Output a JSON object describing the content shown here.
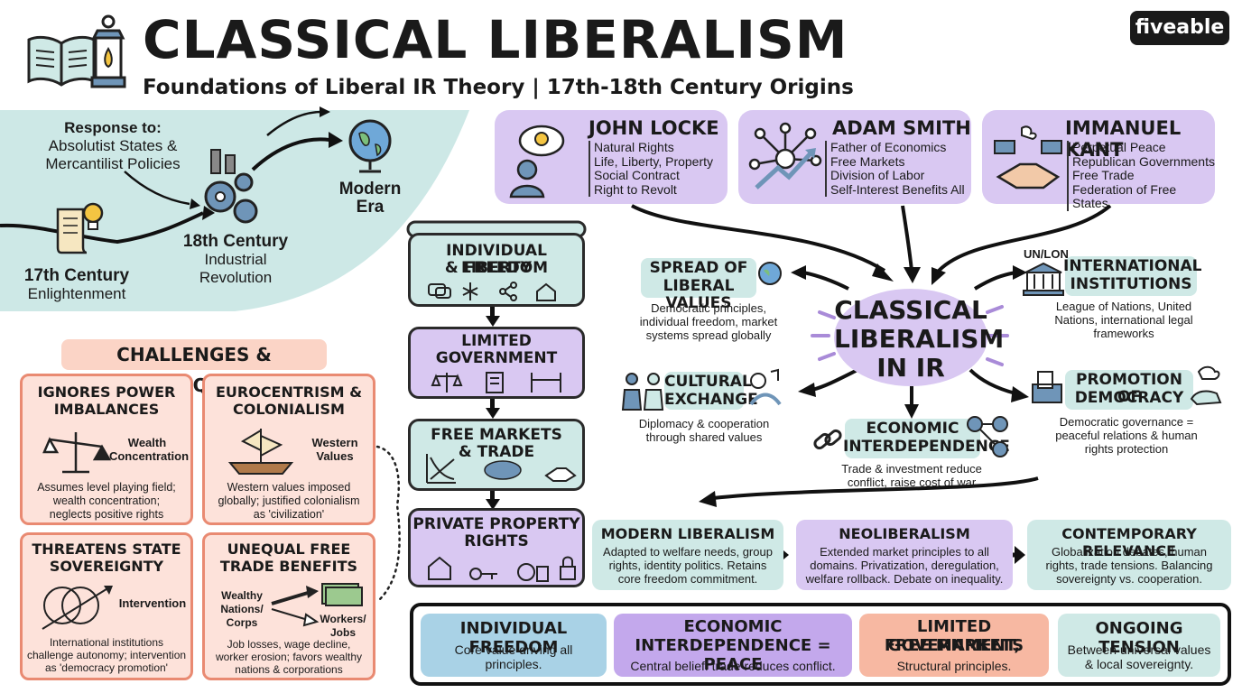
{
  "header": {
    "title": "CLASSICAL LIBERALISM",
    "subtitle": "Foundations of Liberal IR Theory | 17th-18th Century Origins",
    "brand": "fiveable"
  },
  "timeline": {
    "response_label": "Response to:",
    "response_text": "Absolutist States & Mercantilist Policies",
    "stage1_line1": "17th Century",
    "stage1_line2": "Enlightenment",
    "stage2_line1": "18th Century",
    "stage2_line2": "Industrial",
    "stage2_line3": "Revolution",
    "stage3_line1": "Modern",
    "stage3_line2": "Era"
  },
  "philosophers": [
    {
      "name": "JOHN LOCKE",
      "points": [
        "Natural Rights",
        "Life, Liberty, Property",
        "Social Contract",
        "Right to Revolt"
      ]
    },
    {
      "name": "ADAM SMITH",
      "points": [
        "Father of Economics",
        "Free Markets",
        "Division of Labor",
        "Self-Interest Benefits All"
      ]
    },
    {
      "name": "IMMANUEL KANT",
      "points": [
        "Perpetual Peace",
        "Republican Governments",
        "Free Trade",
        "Federation of Free States"
      ]
    }
  ],
  "principles": [
    {
      "line1": "INDIVIDUAL LIBERTY",
      "line2": "& FREEDOM"
    },
    {
      "line1": "LIMITED",
      "line2": "GOVERNMENT"
    },
    {
      "line1": "FREE MARKETS",
      "line2": "& TRADE"
    },
    {
      "line1": "PRIVATE PROPERTY",
      "line2": "RIGHTS"
    }
  ],
  "challenges": {
    "heading": "CHALLENGES & CRITIQUES",
    "items": [
      {
        "title1": "IGNORES POWER",
        "title2": "IMBALANCES",
        "label1": "Wealth",
        "label2": "Concentration",
        "desc": [
          "Assumes level playing field;",
          "wealth concentration;",
          "neglects positive rights"
        ]
      },
      {
        "title1": "EUROCENTRISM &",
        "title2": "COLONIALISM",
        "label1": "Western",
        "label2": "Values",
        "desc": [
          "Western values imposed",
          "globally; justified colonialism",
          "as 'civilization'"
        ]
      },
      {
        "title1": "THREATENS STATE",
        "title2": "SOVEREIGNTY",
        "label1": "Intervention",
        "label2": "",
        "desc": [
          "International institutions",
          "challenge autonomy; intervention",
          "as 'democracy promotion'"
        ]
      },
      {
        "title1": "UNEQUAL FREE",
        "title2": "TRADE BENEFITS",
        "label1": "Wealthy Nations/ Corps",
        "label2": "Workers/ Jobs",
        "desc": [
          "Job losses, wage decline,",
          "worker erosion; favors wealthy",
          "nations & corporations"
        ]
      }
    ]
  },
  "core": {
    "line1": "CLASSICAL",
    "line2": "LIBERALISM",
    "line3": "IN IR"
  },
  "outcomes": {
    "spread": {
      "title1": "SPREAD OF",
      "title2": "LIBERAL VALUES",
      "desc": [
        "Democratic principles,",
        "individual freedom, market",
        "systems spread globally"
      ]
    },
    "institutions": {
      "badge": "UN/LON",
      "title1": "INTERNATIONAL",
      "title2": "INSTITUTIONS",
      "desc": [
        "League of Nations, United",
        "Nations, international legal",
        "frameworks"
      ]
    },
    "cultural": {
      "title1": "CULTURAL",
      "title2": "EXCHANGE",
      "desc": [
        "Diplomacy & cooperation",
        "through shared values"
      ]
    },
    "democracy": {
      "title1": "PROMOTION OF",
      "title2": "DEMOCRACY",
      "desc": [
        "Democratic governance =",
        "peaceful relations & human",
        "rights protection"
      ]
    },
    "economic": {
      "title1": "ECONOMIC",
      "title2": "INTERDEPENDENCE",
      "desc": [
        "Trade & investment reduce",
        "conflict, raise cost of war"
      ]
    }
  },
  "evolution": [
    {
      "title": "MODERN LIBERALISM",
      "desc": [
        "Adapted to welfare needs, group",
        "rights, identity politics. Retains",
        "core freedom commitment."
      ]
    },
    {
      "title": "NEOLIBERALISM",
      "desc": [
        "Extended market principles to all",
        "domains. Privatization, deregulation,",
        "welfare rollback. Debate on inequality."
      ]
    },
    {
      "title": "CONTEMPORARY RELEVANCE",
      "desc": [
        "Globalization debates, human",
        "rights, trade tensions. Balancing",
        "sovereignty vs. cooperation."
      ]
    }
  ],
  "summary": [
    {
      "title1": "INDIVIDUAL FREEDOM",
      "title2": "",
      "desc": [
        "Core value driving all",
        "principles."
      ]
    },
    {
      "title1": "ECONOMIC",
      "title2": "INTERDEPENDENCE = PEACE",
      "desc": [
        "Central belief: trade reduces conflict."
      ]
    },
    {
      "title1": "LIMITED GOVERNMENT,",
      "title2": "FREE MARKETS",
      "desc": [
        "Structural principles."
      ]
    },
    {
      "title1": "ONGOING TENSION",
      "title2": "",
      "desc": [
        "Between universal values",
        "& local sovereignty."
      ]
    }
  ],
  "colors": {
    "teal": "#cfe9e6",
    "purple": "#d9c8f2",
    "salmon": "#fde2da",
    "salmon_border": "#e98a72",
    "orange": "#f7b8a2"
  },
  "icons": [
    "book-icon",
    "lantern-icon",
    "scroll-icon",
    "lightbulb-icon",
    "gears-icon",
    "globe-icon",
    "person-icon",
    "network-icon",
    "handshake-icon",
    "scales-icon",
    "ship-icon",
    "venn-icon",
    "money-icon",
    "chain-icon",
    "ballot-icon",
    "building-icon",
    "dove-icon"
  ]
}
